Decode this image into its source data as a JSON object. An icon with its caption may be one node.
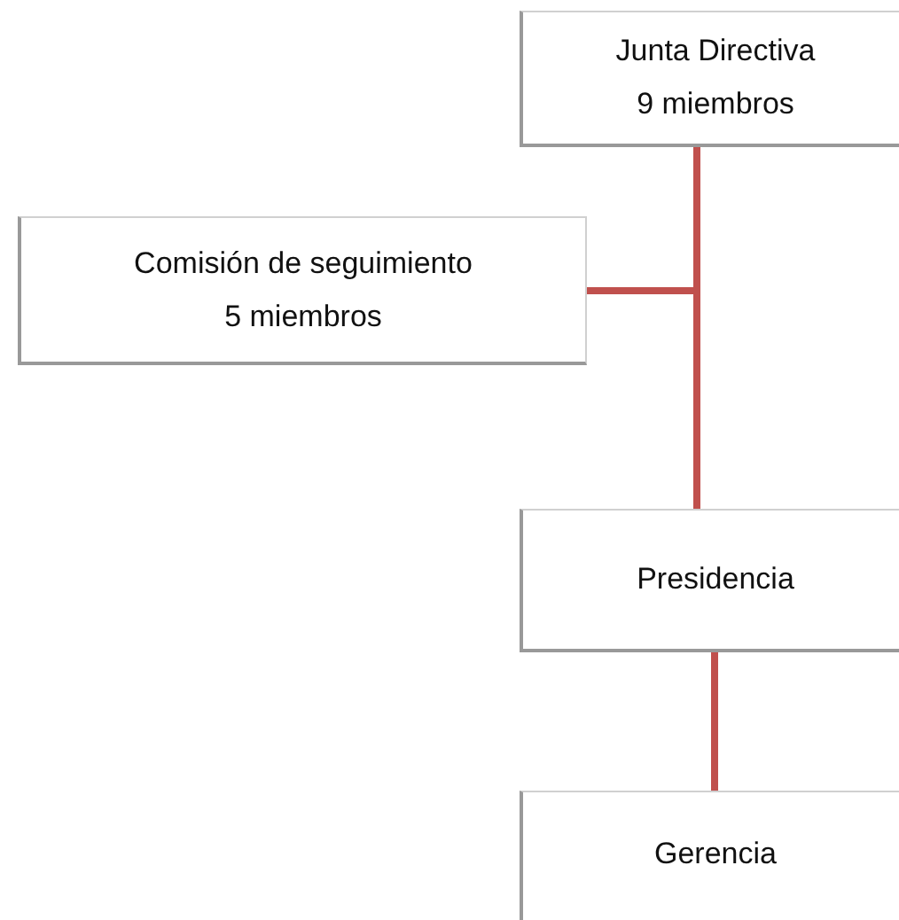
{
  "diagram": {
    "nodes": [
      {
        "text": [
          "Junta Directiva",
          "9 miembros"
        ]
      },
      {
        "text": [
          "Comisión de seguimiento",
          "5 miembros"
        ]
      },
      {
        "text": [
          "Presidencia"
        ]
      },
      {
        "text": [
          "Gerencia"
        ]
      }
    ],
    "edges": [
      {
        "from": 0,
        "to": 2,
        "arrow": "none"
      },
      {
        "from": 0,
        "to": 1,
        "arrow": "none"
      },
      {
        "from": 2,
        "to": 3,
        "arrow": "none"
      }
    ]
  }
}
